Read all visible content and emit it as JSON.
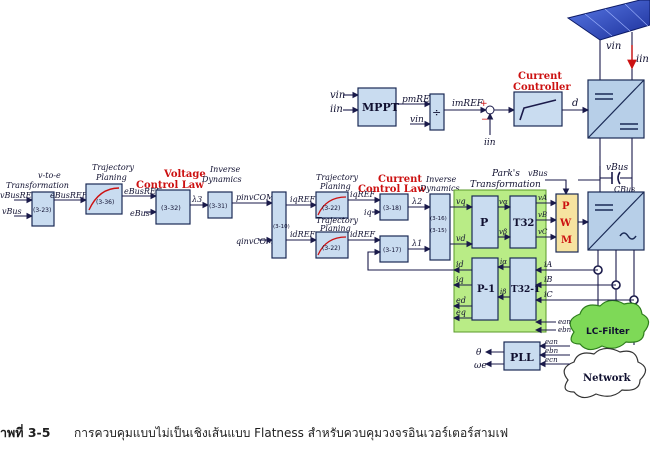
{
  "labels": {
    "v_to_e": "v-to-e",
    "transformation": "Transformation",
    "trajectory_planing": "Trajectory",
    "planing": "Planing",
    "voltage": "Voltage",
    "control_law": "Control Law",
    "inverse": "Inverse",
    "dynamics": "Dynamics",
    "current": "Current",
    "controller": "Controller",
    "parks": "Park's",
    "mppt": "MPPT",
    "pwm": "PWM",
    "pll": "PLL",
    "lc_filter": "LC-Filter",
    "network": "Network",
    "eq_323": "(3-23)",
    "eq_336": "(3-36)",
    "eq_332": "(3-32)",
    "eq_331": "(3-31)",
    "eq_310": "(3-10)",
    "eq_322": "(3-22)",
    "eq_318": "(3-18)",
    "eq_317": "(3-17)",
    "eq_316": "(3-16)",
    "eq_315": "(3-15)",
    "p": "P",
    "t32": "T32",
    "pinv": "P-1",
    "t32inv": "T32-1"
  },
  "signals": {
    "vBusREF": "vBusREF",
    "vBus": "vBus",
    "eBusREF": "eBusREF",
    "eBus": "eBus",
    "lambda3": "λ3",
    "pinvCOM": "pinvCOM",
    "qinvCOM": "qinvCOM",
    "iqREF": "iqREF",
    "idREF": "idREF",
    "lambda2": "λ2",
    "lambda1": "λ1",
    "iq": "iq",
    "id": "id",
    "vq": "vq",
    "vd": "vd",
    "va": "vα",
    "vb": "vβ",
    "vA": "vA",
    "vB": "vB",
    "vC": "vC",
    "ia": "iα",
    "ib": "iβ",
    "iA": "iA",
    "iB": "iB",
    "iC": "iC",
    "ed": "ed",
    "eq": "eq",
    "ean": "ean",
    "ebn": "ebn",
    "ecn": "ecn",
    "theta": "θ",
    "omega": "ωe",
    "vin": "vin",
    "iin": "iin",
    "pmREF": "pmREF",
    "imREF": "imREF",
    "d": "d",
    "vBus2": "vBus",
    "Cbus": "CBus",
    "divide": "÷"
  },
  "caption": {
    "prefix": "าพที่ 3-5",
    "text": "การควบคุมแบบไม่เป็นเชิงเส้นแบบ Flatness สำหรับควบคุมวงจรอินเวอร์เตอร์สามเฟ"
  },
  "colors": {
    "block_fill": "#c9dcf0",
    "park_bg": "#b9ec86",
    "red": "#cc1111",
    "pwm_fill": "#f6e3a0",
    "filter_green": "#7ed957",
    "panel_blue": "#2a46c0"
  }
}
